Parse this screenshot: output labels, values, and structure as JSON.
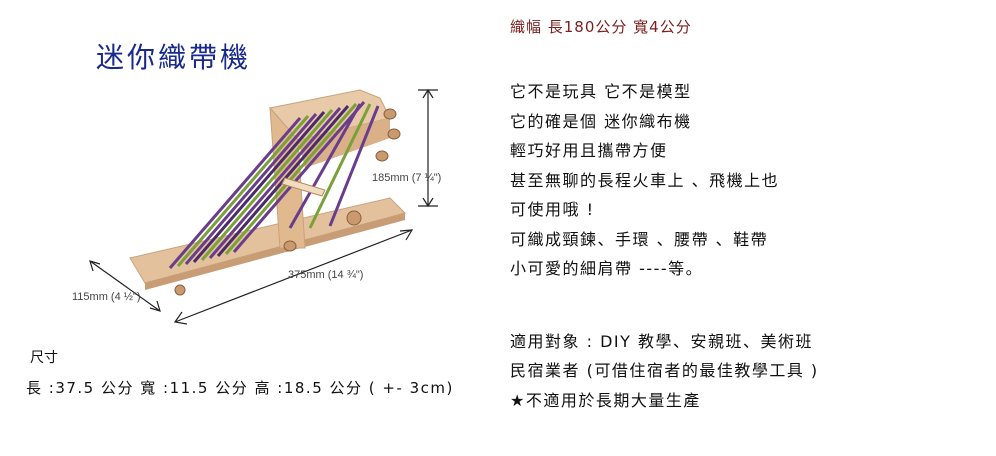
{
  "title": "迷你織帶機",
  "width_spec": "織幅  長180公分  寬4公分",
  "description": [
    "它不是玩具  它不是模型",
    "它的確是個  迷你織布機",
    "輕巧好用且攜帶方便",
    "甚至無聊的長程火車上  、飛機上也",
    "可使用哦  !",
    "可織成頸鍊、手環  、腰帶  、鞋帶",
    "小可愛的細肩帶  ----等。"
  ],
  "usage": [
    "適用對象  :  DIY  教學、安親班、美術班",
    "民宿業者  (可借住宿者的最佳教學工具  )",
    "★不適用於長期大量生產"
  ],
  "dimensions": {
    "height_label": "185mm (7 ¼\")",
    "length_label": "375mm (14 ¾\")",
    "width_label": "115mm (4 ½\")"
  },
  "size_heading": "尺寸",
  "size_line": "長 :37.5 公分 寬 :11.5 公分 高 :18.5 公分 (  +- 3cm)",
  "colors": {
    "title": "#1a2a8c",
    "width_spec": "#7a1e1e",
    "wood": "#e8c9a8",
    "yarn_purple": "#6a3c8c",
    "yarn_green": "#7aa03a"
  }
}
